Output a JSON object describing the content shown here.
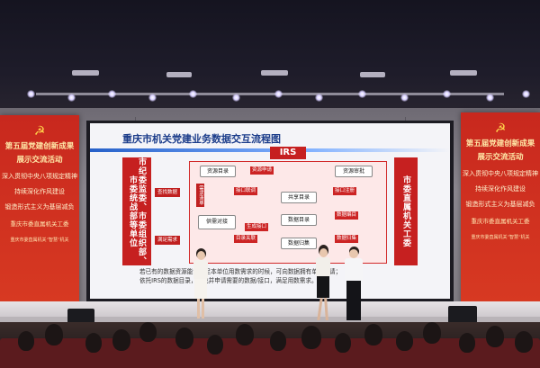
{
  "slide": {
    "title": "重庆市机关党建业务数据交互流程图",
    "irs_label": "IRS",
    "left_box": "市纪委监委、市委组织部、市委统战部等单位",
    "right_box": "市委直属机关工委",
    "nodes": {
      "resource_catalog": "资源目录",
      "resource_request": "资源申请",
      "resource_review": "资源审批",
      "shared_catalog": "共享目录",
      "supply_docking": "供需对接",
      "data_catalog": "数据目录",
      "data_collection": "数据归集",
      "demand_list": "需求清单"
    },
    "arrow_labels": {
      "find_data": "查找数据",
      "interface_link": "接口联调",
      "interface_register": "接口注册",
      "meet_demand": "满足需求",
      "catalog_link": "目录关联",
      "generate_interface": "生成接口",
      "data_catalog_edit": "数据编目",
      "data_collect": "数据归集"
    },
    "caption_lines": [
      "若已有的数据资源能够满足本单位用数需求的时候，可向数据拥有单位申请；",
      "依托IRS的数据目录，查找并申请需要的数据/接口，满足用数需求。"
    ]
  },
  "banners": {
    "left": {
      "emblem": "☭",
      "line1": "第五届党建创新成果",
      "line2": "展示交流活动",
      "line3": "深入贯彻中央八项规定精神",
      "line4": "持续深化作风建设",
      "line5": "锻造形式主义为基层减负",
      "line6": "重庆市委直属机关工委",
      "line7": "重庆市委直属机关“智慧”机关"
    },
    "right": {
      "emblem": "☭",
      "line1": "第五届党建创新成果",
      "line2": "展示交流活动",
      "line3": "深入贯彻中央八项规定精神",
      "line4": "持续深化作风建设",
      "line5": "锻造形式主义为基层减负",
      "line6": "重庆市委直属机关工委",
      "line7": "重庆市委直属机关“智慧”机关"
    }
  },
  "colors": {
    "banner_red": "#d83a22",
    "slide_red": "#c62020",
    "title_blue": "#1b3c8a"
  }
}
